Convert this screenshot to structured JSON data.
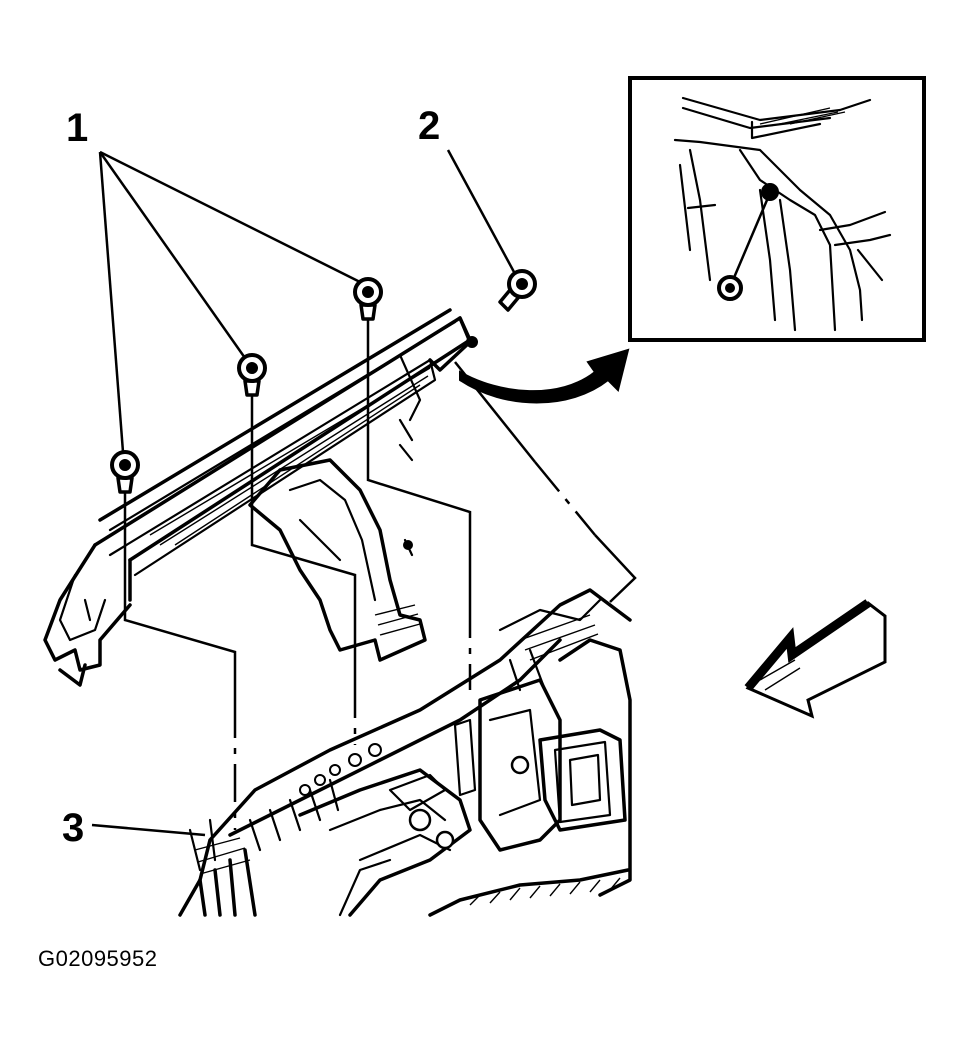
{
  "figure": {
    "id_label": "G02095952",
    "callouts": [
      {
        "number": "1"
      },
      {
        "number": "2"
      },
      {
        "number": "3"
      }
    ]
  },
  "colors": {
    "ink": "#000000",
    "background": "#ffffff"
  },
  "icons": [
    "bolt-icon",
    "nut-icon",
    "detail-view-arrow-icon",
    "view-direction-arrow-icon"
  ]
}
